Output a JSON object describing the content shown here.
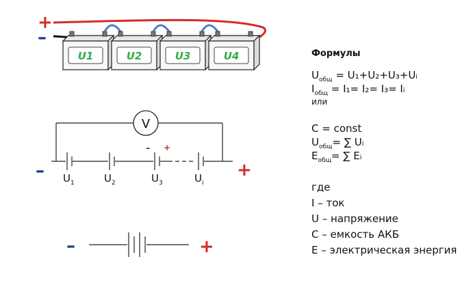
{
  "batteries": [
    {
      "label": "U1"
    },
    {
      "label": "U2"
    },
    {
      "label": "U3"
    },
    {
      "label": "U4"
    }
  ],
  "terminals": {
    "plus": "+",
    "minus": "–"
  },
  "circuit": {
    "voltmeter": "V",
    "cells": [
      {
        "main": "U",
        "sub": "1"
      },
      {
        "main": "U",
        "sub": "2"
      },
      {
        "main": "U",
        "sub": "3"
      },
      {
        "main": "U",
        "sub": "i"
      }
    ]
  },
  "formulas": {
    "title": "Формулы",
    "u_total": {
      "lhs": "U",
      "lhs_sub": "общ",
      "rhs": "= U₁+U₂+U₃+Uᵢ"
    },
    "i_total": {
      "lhs": "I",
      "lhs_sub": "общ",
      "rhs": "= I₁= I₂= I₃= Iᵢ"
    },
    "or": "или",
    "c_const": "C = const",
    "u_sum": {
      "lhs": "U",
      "lhs_sub": "общ",
      "rhs": "= ∑ Uᵢ"
    },
    "e_sum": {
      "lhs": "E",
      "lhs_sub": "общ",
      "rhs": "= ∑ Eᵢ"
    },
    "where": "где",
    "legend": [
      "I – ток",
      "U – напряжение",
      "C – емкость АКБ",
      "E – электрическая энергия"
    ]
  },
  "colors": {
    "plus": "#d42a2a",
    "minus": "#1a3d8f",
    "battery_label": "#2fae4a",
    "jumper": "#4a7fc4"
  }
}
